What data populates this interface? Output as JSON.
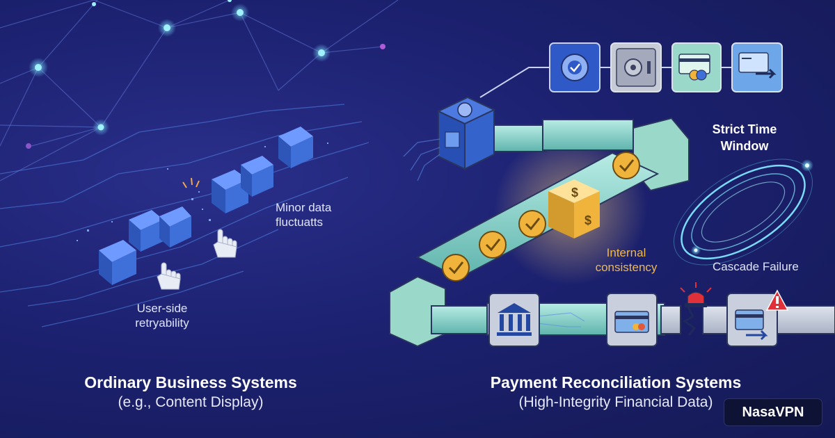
{
  "left_panel": {
    "title": "Ordinary Business Systems",
    "subtitle": "(e.g., Content Display)",
    "label_minor": "Minor data fluctuatts",
    "label_retry": "User-side retryability"
  },
  "right_panel": {
    "title": "Payment Reconciliation Systems",
    "subtitle": "(High-Integrity Financial Data)",
    "label_consistency": "Internal consistency",
    "label_time_window": "Strict Time Window",
    "label_cascade": "Cascade Failure"
  },
  "brand": "NasaVPN",
  "icons": {
    "top_row": [
      "gear-check-icon",
      "safe-vault-icon",
      "card-payment-icon",
      "card-transfer-icon"
    ],
    "bottom_row": [
      "bank-icon",
      "credit-card-icon",
      "card-transfer-icon"
    ],
    "alerts": [
      "siren-icon",
      "warning-icon"
    ],
    "center": "dollar-cube-icon"
  },
  "colors": {
    "background": "#1c2170",
    "cube_blue": "#3f6fd8",
    "pipe_teal": "#8fd4cc",
    "coin_gold": "#f0b33c",
    "accent_gold": "#f1b84a",
    "alert_red": "#e0303a"
  }
}
